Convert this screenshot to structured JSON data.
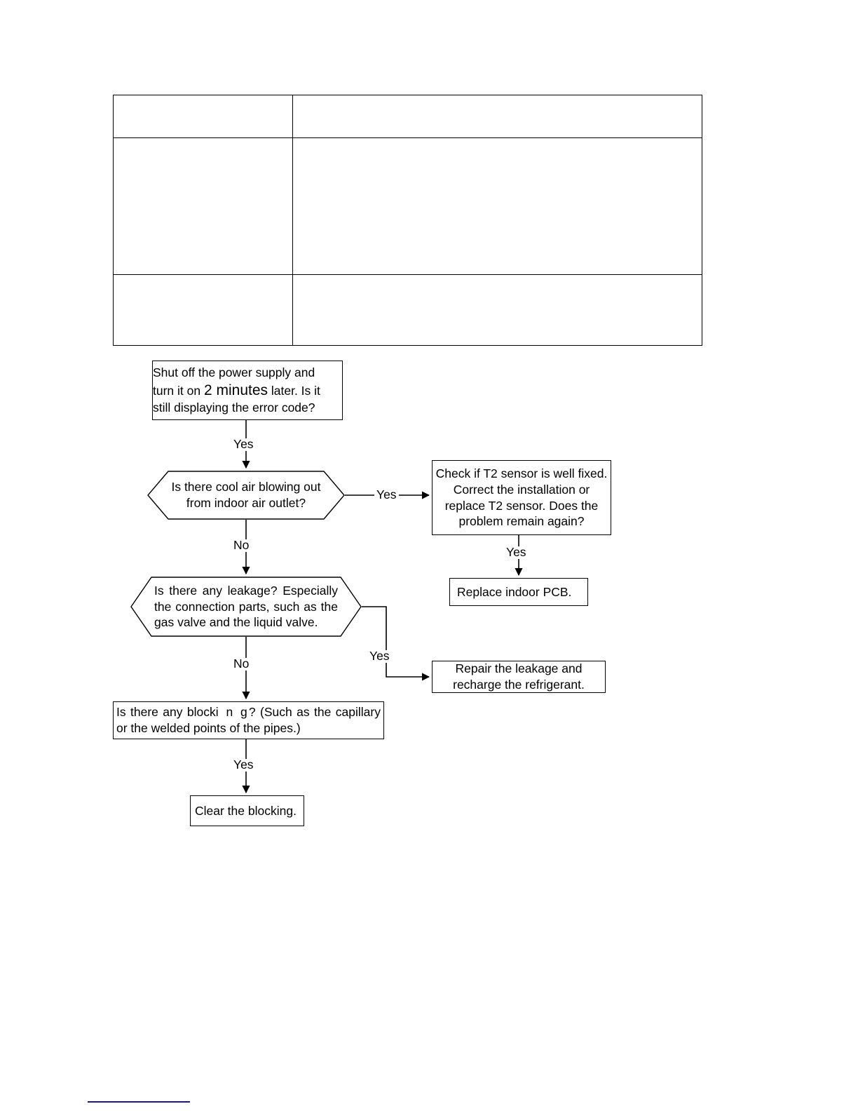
{
  "page": {
    "background": "#ffffff",
    "ink": "#000000",
    "footnote_rule_color": "#1a1a6e"
  },
  "spec_table": {
    "rows": [
      {
        "label": "",
        "value": ""
      },
      {
        "label": "",
        "value": ""
      },
      {
        "label": "",
        "value": ""
      }
    ]
  },
  "flowchart": {
    "nodes": {
      "power": {
        "shape": "rect",
        "align": "left",
        "lines": [
          {
            "text": "Shut off the power supply and"
          },
          {
            "pre": "turn it on ",
            "emph": "2 minutes",
            "post": " later. Is it"
          },
          {
            "text": "still displaying the error code?"
          }
        ]
      },
      "cool_air": {
        "shape": "hexagon",
        "align": "center",
        "text": "Is there cool air blowing out from indoor air outlet?"
      },
      "t2_sensor": {
        "shape": "rect",
        "align": "center",
        "text": "Check if T2 sensor is well fixed. Correct the installation or replace T2 sensor. Does the problem remain again?"
      },
      "replace_pcb": {
        "shape": "rect",
        "align": "left",
        "text": "Replace indoor PCB."
      },
      "leakage": {
        "shape": "hexagon",
        "align": "justify",
        "text": "Is there any leakage? Especially the connection parts, such as the gas valve and the liquid valve."
      },
      "repair_leak": {
        "shape": "rect",
        "align": "center",
        "text": "Repair the leakage and recharge the refrigerant."
      },
      "blocking": {
        "shape": "rect",
        "align": "justify",
        "line1_a": "Is there any block",
        "line1_spaced": "i n g",
        "line1_b": "? (Such as the",
        "line2": "capillary or the welded points of the pipes.)"
      },
      "clear_blocking": {
        "shape": "rect",
        "align": "left",
        "text": "Clear the blocking."
      }
    },
    "edge_labels": {
      "power_to_coolair": "Yes",
      "coolair_to_t2": "Yes",
      "coolair_to_leak": "No",
      "t2_to_pcb": "Yes",
      "leak_to_repair": "Yes",
      "leak_to_blocking": "No",
      "blocking_to_clear": "Yes"
    }
  }
}
